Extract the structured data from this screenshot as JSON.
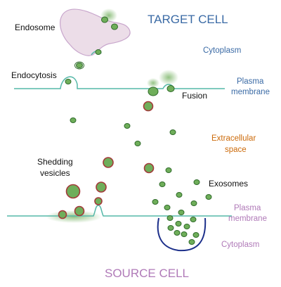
{
  "labels": {
    "target_cell": "TARGET CELL",
    "source_cell": "SOURCE CELL",
    "endosome": "Endosome",
    "endocytosis": "Endocytosis",
    "fusion": "Fusion",
    "cytoplasm_top": "Cytoplasm",
    "plasma_membrane_top_1": "Plasma",
    "plasma_membrane_top_2": "membrane",
    "extracellular_1": "Extracellular",
    "extracellular_2": "space",
    "shedding_1": "Shedding",
    "shedding_2": "vesicles",
    "exosomes": "Exosomes",
    "plasma_membrane_bottom_1": "Plasma",
    "plasma_membrane_bottom_2": "membrane",
    "cytoplasm_bottom": "Cytoplasm"
  },
  "colors": {
    "membrane": "#55b8a8",
    "vesicle_fill": "#6fae5a",
    "vesicle_stroke": "#2f6b2a",
    "shedding_stroke": "#a33a3a",
    "endosome_fill": "#ecdde8",
    "endosome_stroke": "#c8a6cc",
    "mvb_stroke": "#1c2f8a"
  }
}
